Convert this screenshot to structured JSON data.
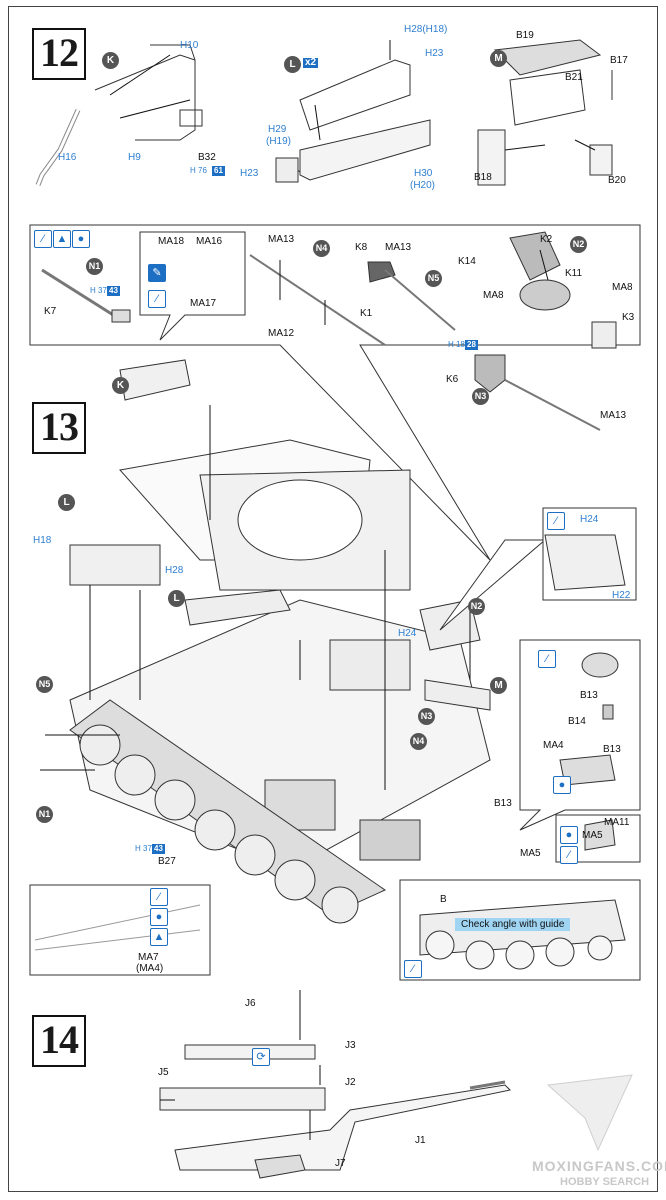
{
  "steps": [
    "12",
    "13",
    "14"
  ],
  "circle_labels": {
    "k": "K",
    "l": "L",
    "m": "M",
    "n1": "N1",
    "n2": "N2",
    "n3": "N3",
    "n4": "N4",
    "n5": "N5"
  },
  "multiplier": "x2",
  "step12": {
    "k": [
      "H10",
      "H16",
      "H9",
      "B32"
    ],
    "k_ref": "H 76",
    "k_ref_badge": "61",
    "l": [
      "H28(H18)",
      "H23",
      "H29",
      "(H19)",
      "H23",
      "H30",
      "(H20)"
    ],
    "m": [
      "B19",
      "B17",
      "B21",
      "B18",
      "B20"
    ]
  },
  "detail_panel": {
    "n1": [
      "MA18",
      "MA16",
      "MA17",
      "K7"
    ],
    "n1_ref": "H 37",
    "n1_ref_badge": "43",
    "n4": [
      "MA13",
      "MA12",
      "K1"
    ],
    "n5": [
      "K8",
      "MA13"
    ],
    "n2": [
      "K2",
      "K14",
      "K11",
      "MA8",
      "MA8",
      "K3"
    ],
    "n3": [
      "K6",
      "MA13"
    ],
    "n3_ref": "H 18",
    "n3_ref_badge": "28"
  },
  "step13": {
    "labels": [
      "H18",
      "H28",
      "H24",
      "B13",
      "MA5",
      "B27"
    ],
    "b27_ref": "H 37",
    "b27_ref_badge": "43",
    "inset_h": [
      "H24",
      "H22"
    ],
    "inset_b13": [
      "B13",
      "B14",
      "MA4",
      "B13"
    ],
    "inset_ma": [
      "MA11",
      "MA5"
    ],
    "inset_ma7": [
      "MA7",
      "(MA4)"
    ],
    "side_view_label": "B",
    "guide_text": "Check angle with guide"
  },
  "step14": {
    "labels": [
      "J6",
      "J3",
      "J5",
      "J2",
      "J1",
      "J7"
    ]
  },
  "watermark": {
    "line1": "MOXINGFANS.COM",
    "line2": "HOBBY SEARCH"
  },
  "colors": {
    "callout_blue": "#2f7fd0",
    "icon_blue": "#1d6fc4",
    "guide_fill": "#9fd4f2"
  }
}
